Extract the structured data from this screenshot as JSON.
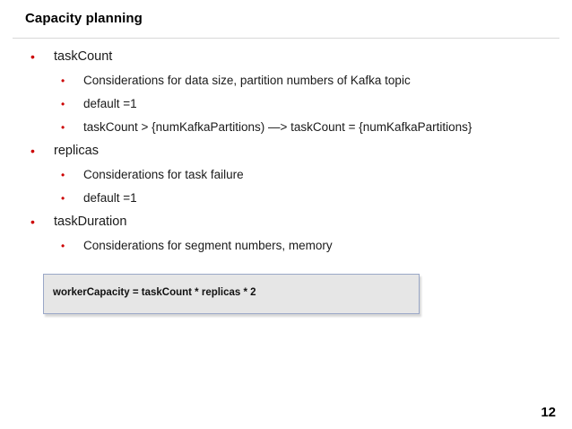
{
  "slide": {
    "title": "Capacity planning",
    "page_number": "12",
    "bullet_glyph": "•",
    "outline": [
      {
        "text": "taskCount",
        "children": [
          {
            "text": "Considerations for data size, partition numbers of Kafka topic"
          },
          {
            "text": "default =1"
          },
          {
            "text": "taskCount > {numKafkaPartitions)  —> taskCount = {numKafkaPartitions}"
          }
        ]
      },
      {
        "text": "replicas",
        "children": [
          {
            "text": "Considerations for task failure"
          },
          {
            "text": "default =1"
          }
        ]
      },
      {
        "text": "taskDuration",
        "children": [
          {
            "text": "Considerations for segment numbers, memory"
          }
        ]
      }
    ],
    "callout": {
      "text": "workerCapacity = taskCount * replicas * 2"
    }
  }
}
